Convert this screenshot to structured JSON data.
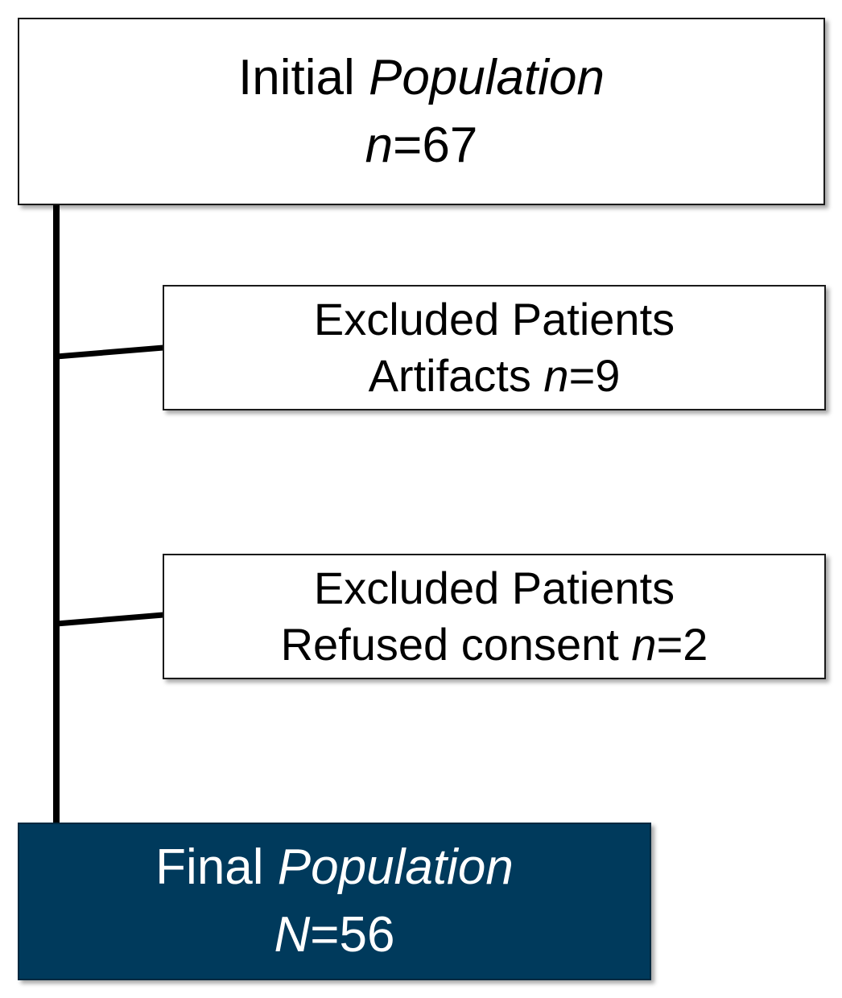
{
  "nodes": {
    "initial": {
      "line1_text": "Initial ",
      "line1_italic": "Population",
      "line2_italic": "n",
      "line2_text": "=67"
    },
    "excluded_artifacts": {
      "line1_text": "Excluded Patients",
      "line2_text": "Artifacts ",
      "line2_italic": "n",
      "line2_value": "=9"
    },
    "excluded_consent": {
      "line1_text": "Excluded Patients",
      "line2_text": "Refused consent ",
      "line2_italic": "n",
      "line2_value": "=2"
    },
    "final": {
      "line1_text": "Final ",
      "line1_italic": "Population",
      "line2_italic": "N",
      "line2_text": "=56"
    }
  },
  "colors": {
    "final_fill": "#003a5c",
    "final_text": "#ffffff",
    "line": "#000000"
  }
}
